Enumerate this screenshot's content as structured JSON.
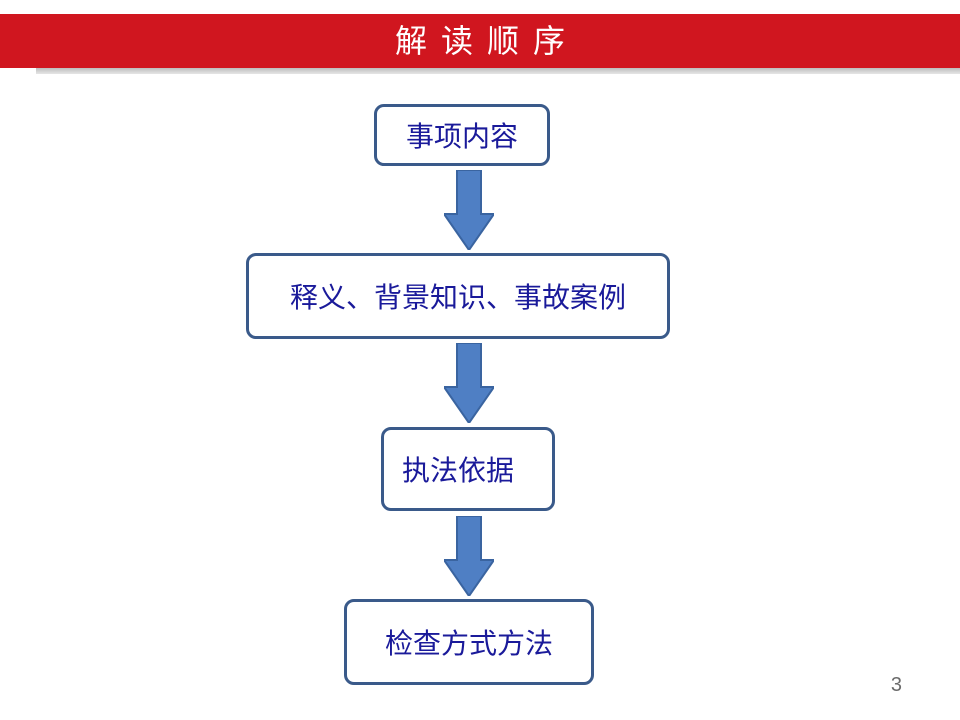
{
  "title": "解读顺序",
  "colors": {
    "title_bar": "#d0161f",
    "box_border": "#3a5a8a",
    "box_text": "#1a1a9a",
    "arrow_fill": "#4f7fc4",
    "arrow_stroke": "#3a64a0"
  },
  "flow_steps": [
    {
      "label": "事项内容"
    },
    {
      "label": "释义、背景知识、事故案例"
    },
    {
      "label": "执法依据"
    },
    {
      "label": "检查方式方法"
    }
  ],
  "page_number": "3"
}
